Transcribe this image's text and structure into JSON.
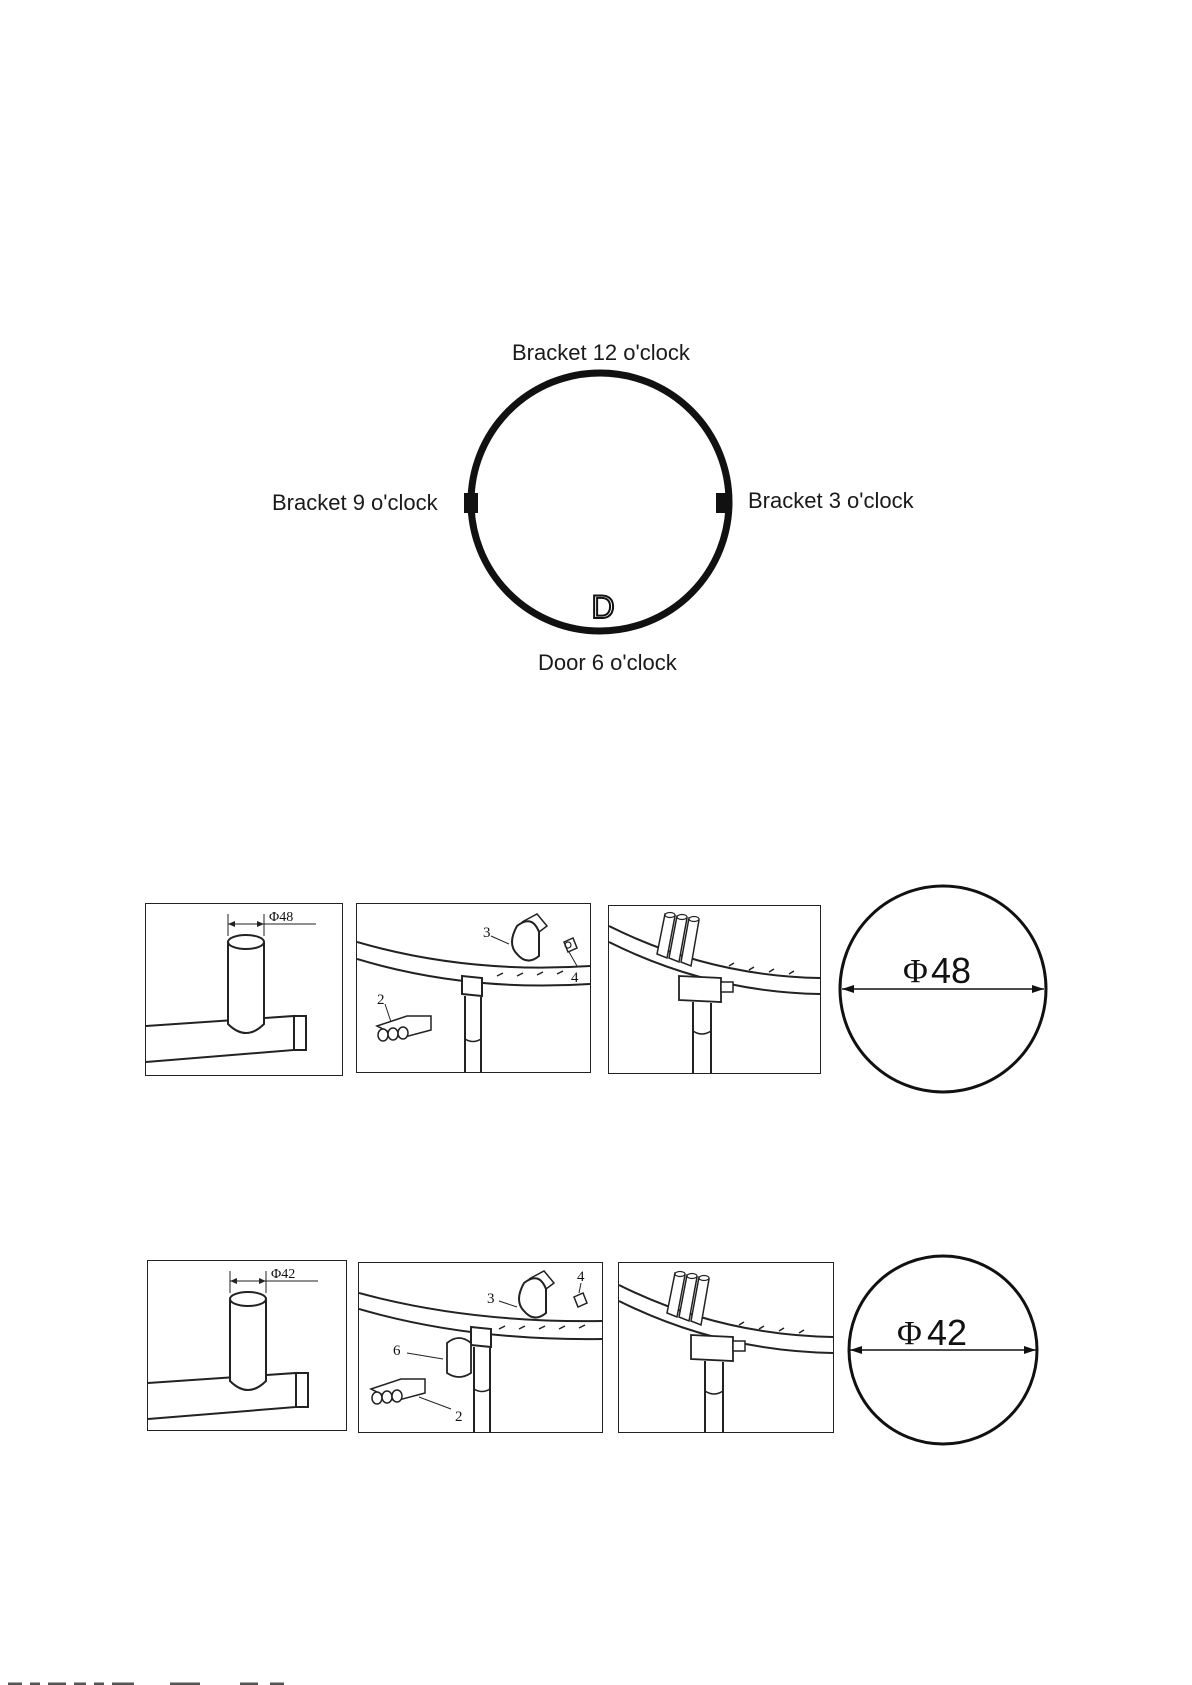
{
  "clock_diagram": {
    "top_label": "Bracket 12 o'clock",
    "left_label": "Bracket 9 o'clock",
    "right_label": "Bracket 3 o'clock",
    "bottom_label": "Door 6 o'clock",
    "door_mark": "D"
  },
  "row_48": {
    "tube_dimension": "Φ48",
    "part_3": "3",
    "part_4": "4",
    "part_2": "2",
    "circle_phi": "Φ",
    "circle_size": "48"
  },
  "row_42": {
    "tube_dimension": "Φ42",
    "part_3": "3",
    "part_4": "4",
    "part_6": "6",
    "part_2": "2",
    "circle_phi": "Φ",
    "circle_size": "42"
  }
}
